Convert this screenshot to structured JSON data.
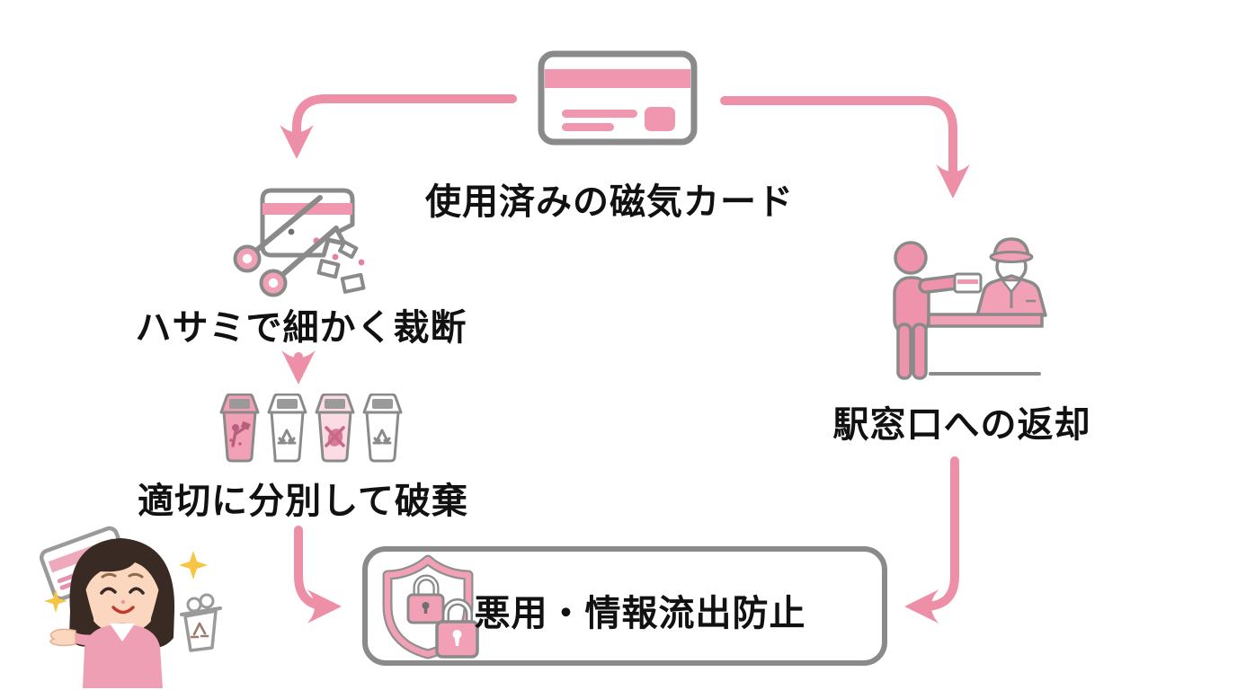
{
  "diagram": {
    "nodes": {
      "card": {
        "label": "使用済みの磁気カード",
        "icon": "magnetic-card-icon"
      },
      "cut": {
        "label": "ハサミで細かく裁断",
        "icon": "scissors-cut-card-icon"
      },
      "dispose": {
        "label": "適切に分別して破棄",
        "icon": "sorted-trash-bins-icon"
      },
      "return": {
        "label": "駅窓口への返却",
        "icon": "station-counter-icon"
      },
      "result": {
        "label": "悪用・情報流出防止",
        "icon": "shield-lock-icon"
      }
    },
    "flow": [
      "card -> cut",
      "cut -> dispose",
      "dispose -> result",
      "card -> return",
      "return -> result"
    ],
    "decorations": [
      "woman-illustration",
      "sparkle-icon",
      "small-recycle-bin-icon",
      "tilted-card-icon"
    ]
  },
  "colors": {
    "arrow_pink": "#ee8fa8",
    "stripe_pink": "#f096ae",
    "fill_pink": "#f2a0b6",
    "light_pink": "#fbdce4",
    "outline_gray": "#8a8a8a",
    "text_black": "#111111",
    "background": "#ffffff"
  }
}
